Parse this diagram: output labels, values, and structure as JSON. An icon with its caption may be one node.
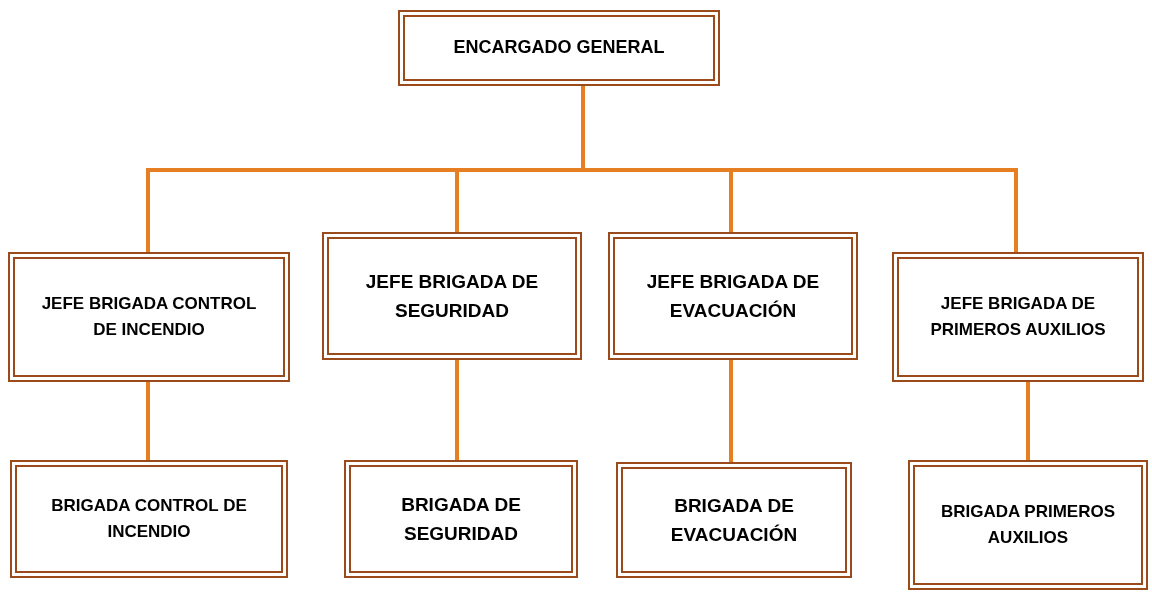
{
  "diagram": {
    "nodes": [
      {
        "text": [
          "ENCARGADO GENERAL"
        ]
      },
      {
        "text": [
          "JEFE BRIGADA CONTROL DE INCENDIO"
        ]
      },
      {
        "text": [
          "JEFE BRIGADA DE SEGURIDAD"
        ]
      },
      {
        "text": [
          "JEFE BRIGADA DE EVACUACIÓN"
        ]
      },
      {
        "text": [
          "JEFE BRIGADA DE PRIMEROS AUXILIOS"
        ]
      },
      {
        "text": [
          "BRIGADA CONTROL DE INCENDIO"
        ]
      },
      {
        "text": [
          "BRIGADA DE SEGURIDAD"
        ]
      },
      {
        "text": [
          "BRIGADA DE EVACUACIÓN"
        ]
      },
      {
        "text": [
          "BRIGADA PRIMEROS AUXILIOS"
        ]
      }
    ],
    "edges": [
      {
        "from": 0,
        "to": 1,
        "arrow": "none"
      },
      {
        "from": 0,
        "to": 2,
        "arrow": "none"
      },
      {
        "from": 0,
        "to": 3,
        "arrow": "none"
      },
      {
        "from": 0,
        "to": 4,
        "arrow": "none"
      },
      {
        "from": 1,
        "to": 5,
        "arrow": "none"
      },
      {
        "from": 2,
        "to": 6,
        "arrow": "none"
      },
      {
        "from": 3,
        "to": 7,
        "arrow": "none"
      },
      {
        "from": 4,
        "to": 8,
        "arrow": "none"
      }
    ]
  }
}
